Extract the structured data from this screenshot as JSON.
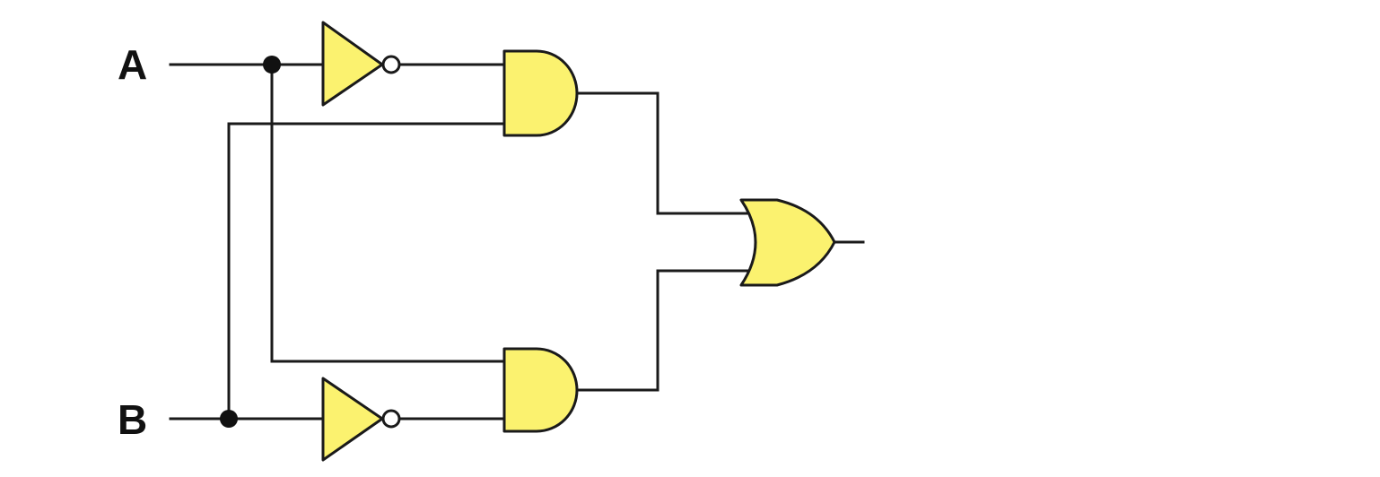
{
  "inputs": {
    "a": "A",
    "b": "B"
  },
  "colors": {
    "gate_fill": "#fbf26f",
    "wire": "#1a1a1a",
    "background": "#ffffff"
  },
  "components": [
    {
      "name": "not-gate-a",
      "kind": "NOT"
    },
    {
      "name": "not-gate-b",
      "kind": "NOT"
    },
    {
      "name": "and-gate-top",
      "kind": "AND"
    },
    {
      "name": "and-gate-bottom",
      "kind": "AND"
    },
    {
      "name": "or-gate",
      "kind": "OR"
    }
  ]
}
